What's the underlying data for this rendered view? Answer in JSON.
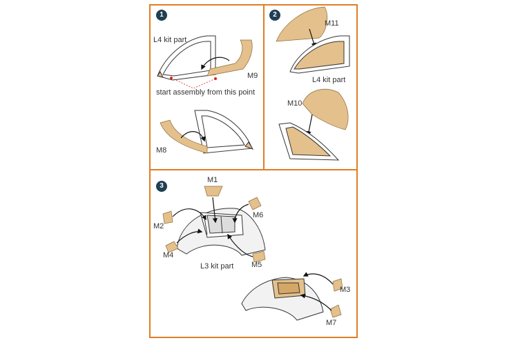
{
  "colors": {
    "border": "#e07d22",
    "mask": "#e4c08c",
    "outline": "#333333",
    "badge": "#1f3f52",
    "marker": "#d9261c"
  },
  "step1": {
    "number": "1",
    "kit_part": "L4 kit part",
    "mask_a": "M9",
    "note": "start assembly from this point",
    "mask_b": "M8"
  },
  "step2": {
    "number": "2",
    "mask_a": "M11",
    "kit_part": "L4 kit part",
    "mask_b": "M10"
  },
  "step3": {
    "number": "3",
    "masks": [
      "M1",
      "M2",
      "M6",
      "M4",
      "M5",
      "M3",
      "M7"
    ],
    "kit_part": "L3 kit part"
  }
}
